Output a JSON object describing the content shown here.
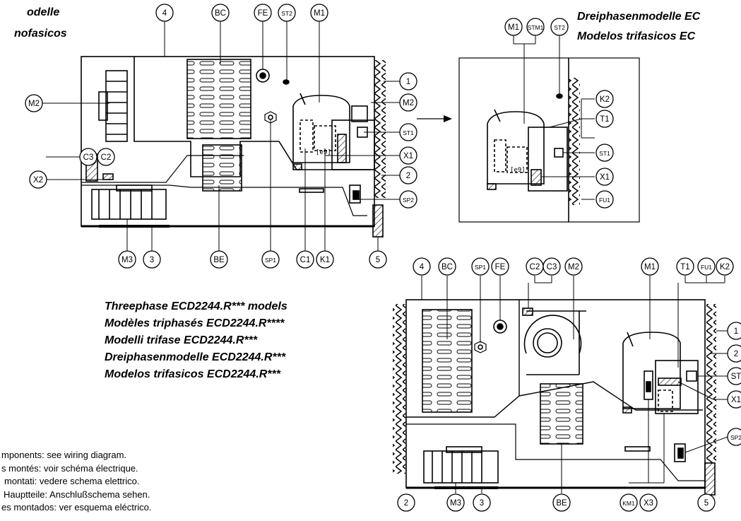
{
  "header_left": [
    "odelle",
    "nofasicos"
  ],
  "header_right": [
    "Dreiphasenmodelle EC",
    "Modelos trifasicos EC"
  ],
  "title_block": [
    "Threephase ECD2244.R*** models",
    "Modèles triphasés ECD2244.R****",
    "Modelli trifase ECD2244.R***",
    "Dreiphasenmodelle ECD2244.R***",
    "Modelos trifasicos ECD2244.R***"
  ],
  "legend": [
    "mponents: see wiring diagram.",
    "s montés: voir schéma électrique.",
    "montati: vedere schema elettrico.",
    "Hauptteile: Anschlußschema sehen.",
    "es montados: ver esquema eléctrico."
  ],
  "callouts": {
    "top_left": [
      "4",
      "BC",
      "FE",
      "ST2",
      "M1",
      "M2",
      "1",
      "M2",
      "ST1",
      "C3",
      "C2",
      "X1",
      "X2",
      "2",
      "SP2",
      "M3",
      "3",
      "BE",
      "SP1",
      "C1",
      "K1",
      "5"
    ],
    "top_right": [
      "M1",
      "STM1",
      "ST2",
      "K2",
      "T1",
      "ST1",
      "X1",
      "FU1"
    ],
    "bottom": [
      "4",
      "BC",
      "SP1",
      "FE",
      "C2",
      "C3",
      "M2",
      "M1",
      "T1",
      "FU1",
      "K2",
      "1",
      "2",
      "ST",
      "X1",
      "SP2",
      "2",
      "M3",
      "3",
      "BE",
      "KM1",
      "X3",
      "5"
    ]
  },
  "panel_labels": [
    "[e9]",
    "[e9]"
  ]
}
